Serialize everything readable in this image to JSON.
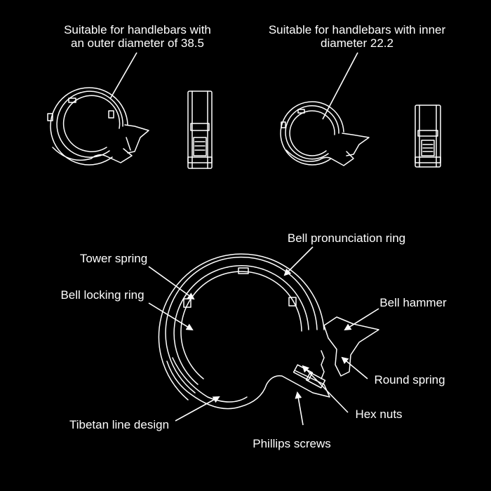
{
  "top_left": {
    "caption_line1": "Suitable for handlebars with",
    "caption_line2": "an outer diameter of 38.5"
  },
  "top_right": {
    "caption_line1": "Suitable for handlebars with inner",
    "caption_line2": "diameter 22.2"
  },
  "callouts": {
    "bell_pronunciation_ring": "Bell pronunciation ring",
    "tower_spring": "Tower spring",
    "bell_locking_ring": "Bell locking ring",
    "bell_hammer": "Bell hammer",
    "round_spring": "Round spring",
    "hex_nuts": "Hex nuts",
    "tibetan_line_design": "Tibetan line design",
    "phillips_screws": "Phillips screws"
  },
  "colors": {
    "background": "#000000",
    "line": "#ffffff"
  }
}
